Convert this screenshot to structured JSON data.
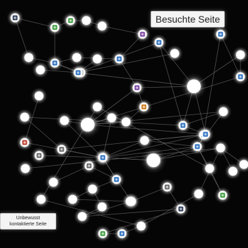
{
  "labels": {
    "visited_page": "Besuchte Seite",
    "unconscious_line1": "Unbewusst",
    "unconscious_line2": "kontaktierte Seite"
  },
  "colors": {
    "background": "#050505",
    "node_fill": "#ffffff",
    "edge": "#6a6a6a",
    "glow": "#ffffff",
    "favicon_palette": [
      "#1f4e9a",
      "#c0392b",
      "#3a9b3a",
      "#7a3fa0",
      "#2a8fc0",
      "#555555",
      "#d07a1a"
    ]
  },
  "nodes": [
    {
      "id": "n1",
      "type": "favicon-node",
      "icon": "dark-favicon"
    },
    {
      "id": "n2",
      "type": "favicon-node",
      "icon": "green-favicon"
    },
    {
      "id": "n3",
      "type": "favicon-node",
      "icon": "green-favicon"
    },
    {
      "id": "n4",
      "type": "plain-node"
    },
    {
      "id": "n5",
      "type": "plain-node"
    },
    {
      "id": "n6",
      "type": "favicon-node",
      "icon": "purple-favicon"
    },
    {
      "id": "n7",
      "type": "plain-node"
    },
    {
      "id": "n8",
      "type": "favicon-node",
      "icon": "blue-favicon"
    },
    {
      "id": "n9",
      "type": "plain-node"
    },
    {
      "id": "n10",
      "type": "favicon-node",
      "icon": "blue-favicon"
    },
    {
      "id": "n11",
      "type": "plain-node"
    },
    {
      "id": "n12",
      "type": "favicon-node",
      "icon": "gray-favicon"
    },
    {
      "id": "n13",
      "type": "plain-node"
    },
    {
      "id": "n14",
      "type": "favicon-node",
      "icon": "blue-favicon"
    },
    {
      "id": "n15",
      "type": "plain-node"
    },
    {
      "id": "n16",
      "type": "favicon-node",
      "icon": "blue-favicon"
    },
    {
      "id": "n17",
      "type": "favicon-node",
      "icon": "blue-favicon"
    },
    {
      "id": "n18",
      "type": "favicon-node",
      "icon": "purple-favicon"
    },
    {
      "id": "n19",
      "type": "plain-node",
      "size": "large"
    },
    {
      "id": "n20",
      "type": "plain-node"
    },
    {
      "id": "n21",
      "type": "favicon-node",
      "icon": "blue-favicon"
    },
    {
      "id": "n22",
      "type": "favicon-node",
      "icon": "orange-favicon"
    },
    {
      "id": "n23",
      "type": "plain-node"
    },
    {
      "id": "n24",
      "type": "favicon-node",
      "icon": "blue-favicon"
    },
    {
      "id": "n25",
      "type": "favicon-node",
      "icon": "blue-favicon"
    },
    {
      "id": "n26",
      "type": "plain-node"
    },
    {
      "id": "n27",
      "type": "plain-node",
      "size": "large"
    },
    {
      "id": "n28",
      "type": "plain-node"
    },
    {
      "id": "n29",
      "type": "plain-node"
    },
    {
      "id": "n30",
      "type": "favicon-node",
      "icon": "blue-favicon"
    },
    {
      "id": "n31",
      "type": "plain-node"
    },
    {
      "id": "n32",
      "type": "favicon-node",
      "icon": "green-favicon"
    },
    {
      "id": "n33",
      "type": "favicon-node",
      "icon": "blue-favicon"
    },
    {
      "id": "n34",
      "type": "plain-node"
    },
    {
      "id": "n35",
      "type": "plain-node"
    },
    {
      "id": "n36",
      "type": "favicon-node",
      "icon": "red-favicon"
    },
    {
      "id": "n37",
      "type": "favicon-node",
      "icon": "gray-favicon"
    },
    {
      "id": "n38",
      "type": "favicon-node",
      "icon": "gray-favicon"
    },
    {
      "id": "n39",
      "type": "favicon-node",
      "icon": "blue-favicon"
    },
    {
      "id": "n40",
      "type": "plain-node",
      "size": "large"
    },
    {
      "id": "n41",
      "type": "plain-node"
    },
    {
      "id": "n42",
      "type": "plain-node"
    },
    {
      "id": "n43",
      "type": "favicon-node",
      "icon": "gray-favicon"
    },
    {
      "id": "n44",
      "type": "favicon-node",
      "icon": "blue-favicon"
    },
    {
      "id": "n45",
      "type": "plain-node"
    },
    {
      "id": "n46",
      "type": "plain-node"
    },
    {
      "id": "n47",
      "type": "plain-node"
    },
    {
      "id": "n48",
      "type": "plain-node"
    },
    {
      "id": "n49",
      "type": "plain-node"
    },
    {
      "id": "n50",
      "type": "plain-node"
    },
    {
      "id": "n51",
      "type": "plain-node"
    },
    {
      "id": "n52",
      "type": "plain-node"
    },
    {
      "id": "n53",
      "type": "plain-node"
    },
    {
      "id": "n54",
      "type": "favicon-node",
      "icon": "gray-favicon"
    },
    {
      "id": "n55",
      "type": "plain-node"
    },
    {
      "id": "n56",
      "type": "plain-node"
    },
    {
      "id": "n57",
      "type": "favicon-node",
      "icon": "green-favicon"
    },
    {
      "id": "n58",
      "type": "favicon-node",
      "icon": "dark-favicon"
    },
    {
      "id": "n59",
      "type": "favicon-node",
      "icon": "green-favicon"
    },
    {
      "id": "n60",
      "type": "favicon-node",
      "icon": "blue-favicon"
    },
    {
      "id": "n61",
      "type": "plain-node"
    },
    {
      "id": "n62",
      "type": "plain-node"
    },
    {
      "id": "n63",
      "type": "plain-node"
    }
  ],
  "edges": [
    [
      "n1",
      "n2"
    ],
    [
      "n1",
      "n7"
    ],
    [
      "n2",
      "n3"
    ],
    [
      "n2",
      "n8"
    ],
    [
      "n3",
      "n4"
    ],
    [
      "n4",
      "n5"
    ],
    [
      "n5",
      "n6"
    ],
    [
      "n6",
      "n10"
    ],
    [
      "n7",
      "n8"
    ],
    [
      "n8",
      "n9"
    ],
    [
      "n8",
      "n14"
    ],
    [
      "n9",
      "n10"
    ],
    [
      "n10",
      "n18"
    ],
    [
      "n11",
      "n14"
    ],
    [
      "n12",
      "n8"
    ],
    [
      "n12",
      "n14"
    ],
    [
      "n13",
      "n14"
    ],
    [
      "n14",
      "n19"
    ],
    [
      "n15",
      "n14"
    ],
    [
      "n16",
      "n19"
    ],
    [
      "n16",
      "n24"
    ],
    [
      "n17",
      "n21"
    ],
    [
      "n17",
      "n25"
    ],
    [
      "n18",
      "n22"
    ],
    [
      "n18",
      "n27"
    ],
    [
      "n19",
      "n20"
    ],
    [
      "n19",
      "n24"
    ],
    [
      "n19",
      "n33"
    ],
    [
      "n20",
      "n21"
    ],
    [
      "n21",
      "n27"
    ],
    [
      "n22",
      "n23"
    ],
    [
      "n23",
      "n27"
    ],
    [
      "n24",
      "n26"
    ],
    [
      "n24",
      "n33"
    ],
    [
      "n25",
      "n28"
    ],
    [
      "n26",
      "n27"
    ],
    [
      "n27",
      "n29"
    ],
    [
      "n27",
      "n31"
    ],
    [
      "n28",
      "n32"
    ],
    [
      "n28",
      "n30"
    ],
    [
      "n29",
      "n32"
    ],
    [
      "n30",
      "n33"
    ],
    [
      "n31",
      "n32"
    ],
    [
      "n32",
      "n40"
    ],
    [
      "n33",
      "n38"
    ],
    [
      "n33",
      "n39"
    ],
    [
      "n34",
      "n36"
    ],
    [
      "n35",
      "n24"
    ],
    [
      "n36",
      "n39"
    ],
    [
      "n37",
      "n39"
    ],
    [
      "n38",
      "n39"
    ],
    [
      "n39",
      "n40"
    ],
    [
      "n39",
      "n44"
    ],
    [
      "n40",
      "n30"
    ],
    [
      "n40",
      "n45"
    ],
    [
      "n41",
      "n30"
    ],
    [
      "n42",
      "n45"
    ],
    [
      "n43",
      "n44"
    ],
    [
      "n44",
      "n48"
    ],
    [
      "n44",
      "n53"
    ],
    [
      "n45",
      "n56"
    ],
    [
      "n46",
      "n45"
    ],
    [
      "n47",
      "n43"
    ],
    [
      "n48",
      "n49"
    ],
    [
      "n48",
      "n50"
    ],
    [
      "n49",
      "n53"
    ],
    [
      "n50",
      "n55"
    ],
    [
      "n51",
      "n45"
    ],
    [
      "n52",
      "n55"
    ],
    [
      "n53",
      "n54"
    ],
    [
      "n54",
      "n58"
    ],
    [
      "n55",
      "n58"
    ],
    [
      "n56",
      "n61"
    ],
    [
      "n57",
      "n41"
    ],
    [
      "n57",
      "n30"
    ],
    [
      "n58",
      "n59"
    ],
    [
      "n59",
      "n60"
    ],
    [
      "n60",
      "n61"
    ],
    [
      "n61",
      "n62"
    ],
    [
      "n62",
      "n63"
    ],
    [
      "n63",
      "n41"
    ],
    [
      "n33",
      "n27"
    ],
    [
      "n19",
      "n18"
    ],
    [
      "n39",
      "n30"
    ],
    [
      "n44",
      "n32"
    ],
    [
      "n16",
      "n14"
    ],
    [
      "n26",
      "n30"
    ],
    [
      "n35",
      "n38"
    ]
  ]
}
